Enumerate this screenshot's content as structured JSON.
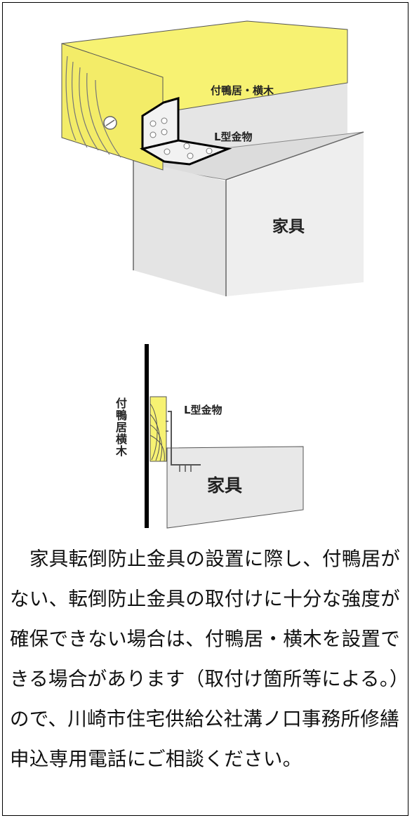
{
  "figure_top": {
    "label_rail": "付鴨居・横木",
    "label_bracket": "L型金物",
    "label_furniture": "家具"
  },
  "figure_bottom": {
    "label_rail": "付鴨居横木",
    "label_bracket": "L型金物",
    "label_furniture": "家具"
  },
  "body_text": "家具転倒防止金具の設置に際し、付鴨居がない、転倒防止金具の取付けに十分な強度が確保できない場合は、付鴨居・横木を設置できる場合があります（取付け箇所等による。）ので、川崎市住宅供給公社溝ノ口事務所修繕申込専用電話にご相談ください。",
  "colors": {
    "wood": "#f7f272",
    "furniture": "#e9e9e9",
    "metal": "#f2f2f2",
    "outline": "#000000"
  }
}
